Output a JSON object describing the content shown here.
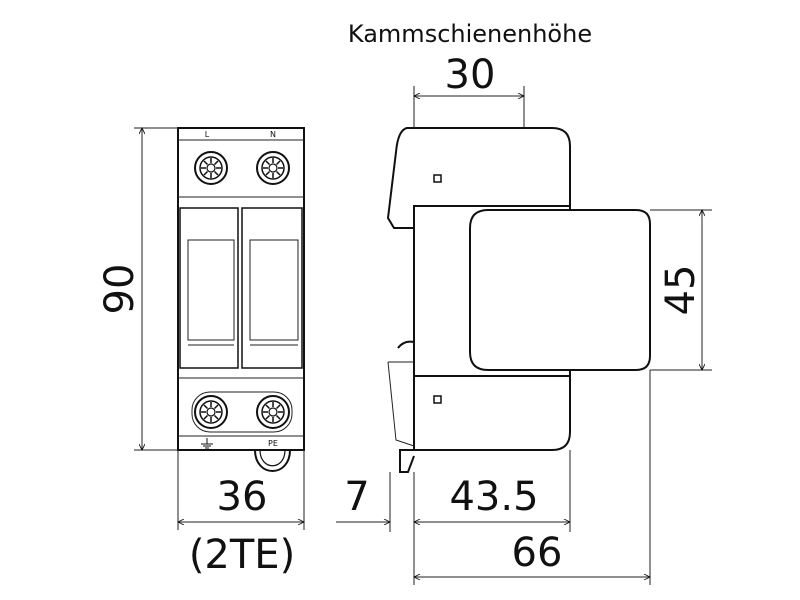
{
  "title": "Kammschienenhöhe",
  "dimensions": {
    "height": "90",
    "width": "36",
    "width_units": "(2TE)",
    "comb_busbar": "30",
    "module_height": "45",
    "rail_offset": "7",
    "depth_partial": "43.5",
    "depth_total": "66"
  },
  "terminals": {
    "top_left": "L",
    "top_right": "N",
    "bottom_right": "PE"
  }
}
